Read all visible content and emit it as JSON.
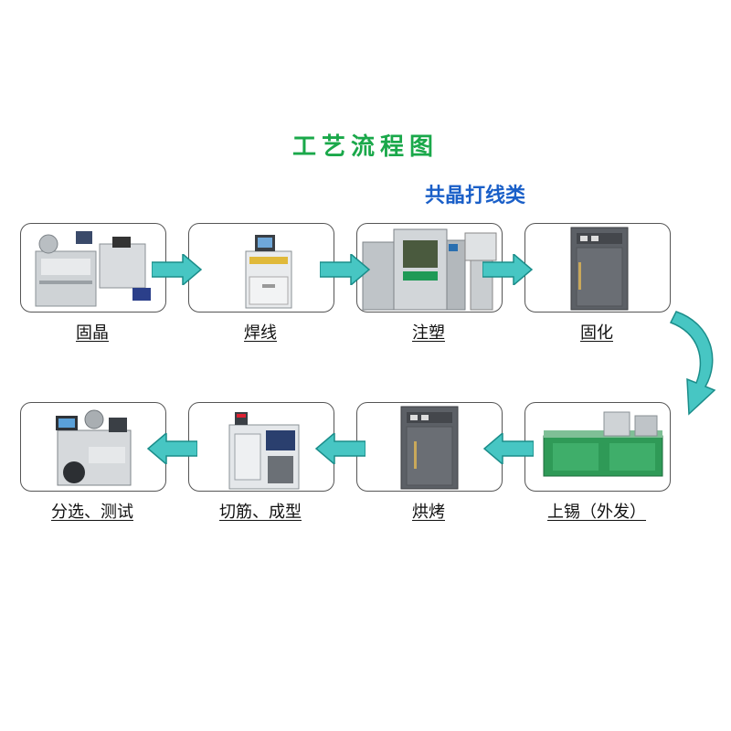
{
  "title": "工艺流程图",
  "subtitle": "共晶打线类",
  "colors": {
    "title": "#1aa84a",
    "subtitle": "#1a5fc8",
    "arrow": "#47c6c3",
    "arrow_dark": "#1b8d8a",
    "box_border": "#555555"
  },
  "steps": [
    {
      "label": "固晶",
      "icon": "die-bonder-machine-icon"
    },
    {
      "label": "焊线",
      "icon": "wire-bonder-machine-icon"
    },
    {
      "label": "注塑",
      "icon": "molding-press-icon"
    },
    {
      "label": "固化",
      "icon": "curing-oven-icon"
    },
    {
      "label": "上锡（外发）",
      "icon": "tinning-line-icon"
    },
    {
      "label": "烘烤",
      "icon": "baking-oven-icon"
    },
    {
      "label": "切筋、成型",
      "icon": "trim-form-machine-icon"
    },
    {
      "label": "分选、测试",
      "icon": "sorting-test-machine-icon"
    }
  ]
}
